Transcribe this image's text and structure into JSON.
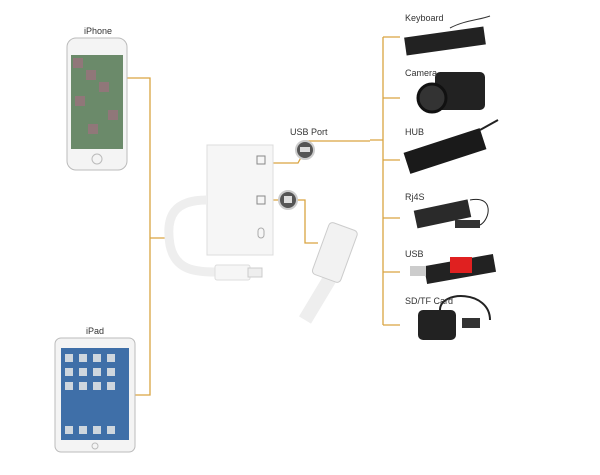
{
  "devices_left": {
    "iphone": "iPhone",
    "ipad": "iPad"
  },
  "adapter": {
    "usb_port": "USB Port"
  },
  "devices_right": [
    {
      "label": "Keyboard"
    },
    {
      "label": "Camera"
    },
    {
      "label": "HUB"
    },
    {
      "label": "Rj4S"
    },
    {
      "label": "USB"
    },
    {
      "label": "SD/TF Card"
    }
  ],
  "colors": {
    "connector": "#d9a441"
  }
}
